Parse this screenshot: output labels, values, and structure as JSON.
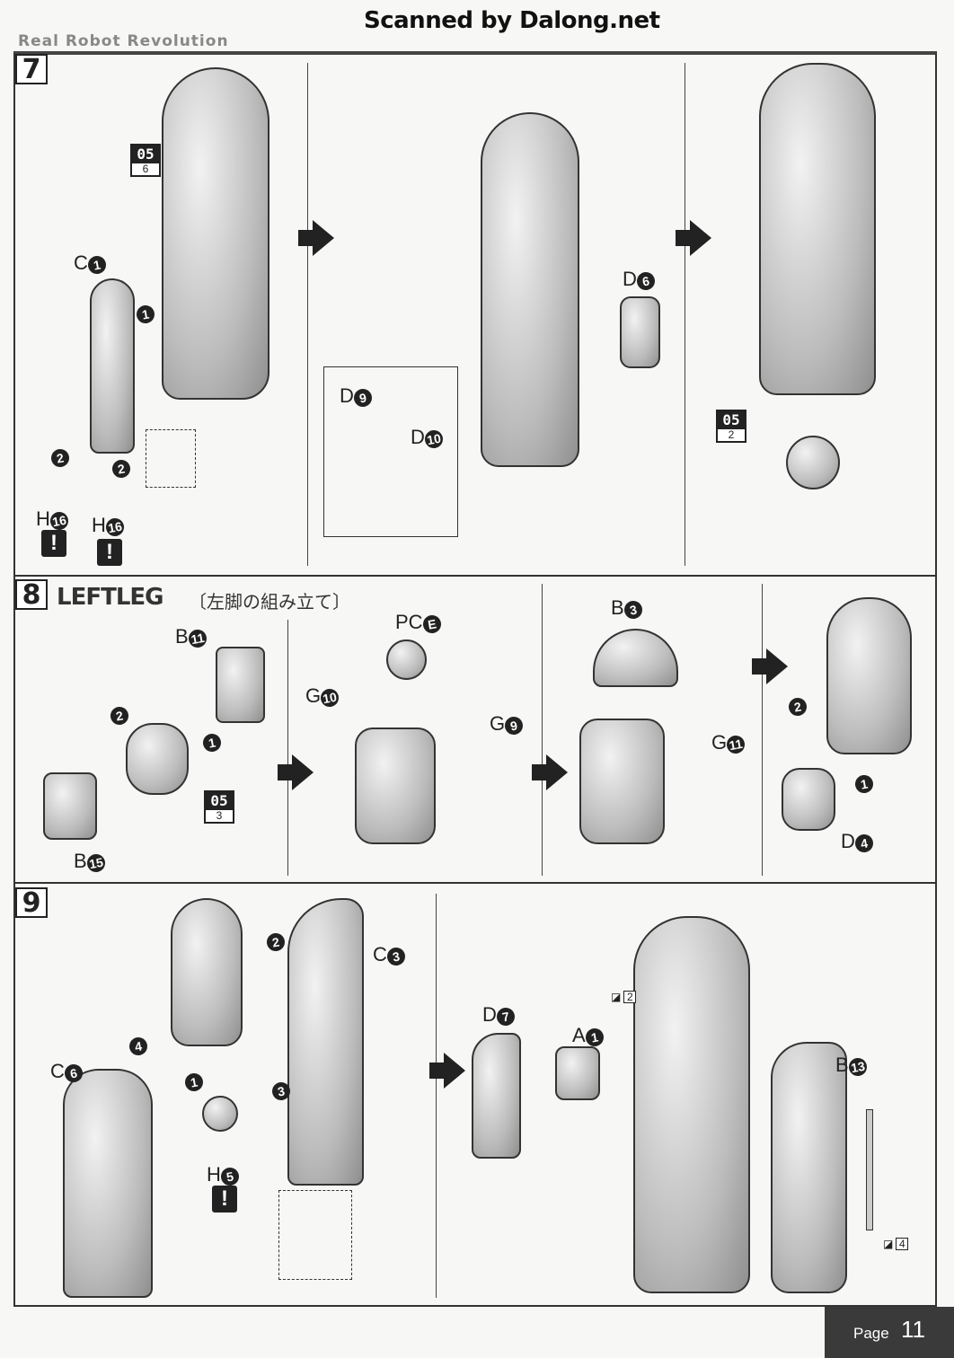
{
  "header": {
    "scan_credit": "Scanned by Dalong.net",
    "brand": "Real Robot Revolution"
  },
  "steps": [
    {
      "number": "7",
      "labels": {
        "c1": "C",
        "d9": "D",
        "d10": "D",
        "d6": "D",
        "h16a": "H",
        "h16b": "H"
      },
      "circled": {
        "c1": "1",
        "c1_step": "1",
        "s2a": "2",
        "s2b": "2",
        "h16a": "16",
        "h16b": "16",
        "d9": "9",
        "d10": "10",
        "d6": "6"
      },
      "boxes": [
        {
          "top": "05",
          "bottom": "6"
        },
        {
          "top": "05",
          "bottom": "2"
        }
      ],
      "warning": "!"
    },
    {
      "number": "8",
      "title": "LEFTLEG",
      "subtitle": "〔左脚の組み立て〕",
      "labels": {
        "b11": "B",
        "b15": "B",
        "pce": "PC",
        "g10": "G",
        "g9": "G",
        "b3": "B",
        "g11": "G",
        "d4": "D"
      },
      "circled": {
        "b11": "11",
        "b15": "15",
        "pce": "E",
        "g10": "10",
        "g9": "9",
        "b3": "3",
        "g11": "11",
        "d4": "4",
        "s2a": "2",
        "s1a": "1",
        "s2b": "2",
        "s1b": "1"
      },
      "boxes": [
        {
          "top": "05",
          "bottom": "3"
        }
      ]
    },
    {
      "number": "9",
      "labels": {
        "c3": "C",
        "c6": "C",
        "h5": "H",
        "d7": "D",
        "a1": "A",
        "b13": "B"
      },
      "circled": {
        "c3": "3",
        "c6": "6",
        "h5": "5",
        "d7": "7",
        "a1": "1",
        "b13": "13",
        "s1": "1",
        "s2": "2",
        "s3": "3",
        "s4": "4"
      },
      "stickers": [
        "2",
        "4"
      ],
      "warning": "!"
    }
  ],
  "footer": {
    "page_label": "Page",
    "page_number": "11"
  }
}
